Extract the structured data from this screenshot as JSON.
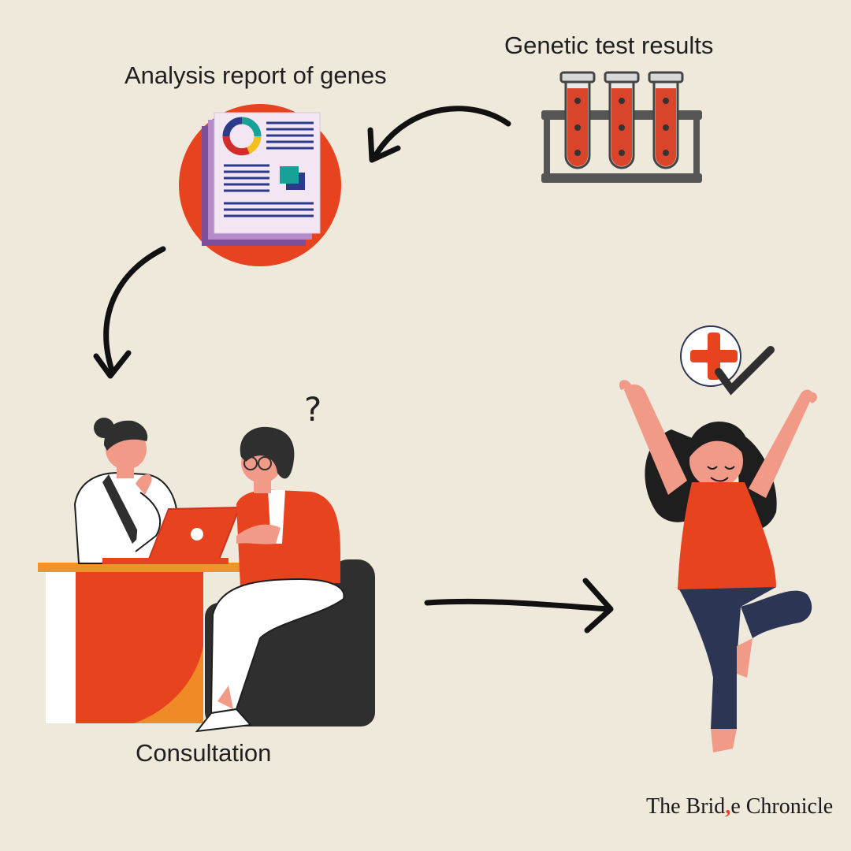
{
  "labels": {
    "analysis_report": "Analysis report of genes",
    "genetic_test": "Genetic test results",
    "consultation": "Consultation"
  },
  "brand": {
    "before": "The Brid",
    "mark": " ",
    "after": "e Chronicle"
  },
  "question_mark": "?",
  "colors": {
    "background": "#efe9dc",
    "accent_orange": "#e8431f",
    "dark": "#2f2f2f",
    "navy": "#2c3553",
    "skin": "#f29a88",
    "report_paper": "#f3e6f3",
    "report_purple": "#7d4f9b",
    "teal": "#16a296"
  }
}
